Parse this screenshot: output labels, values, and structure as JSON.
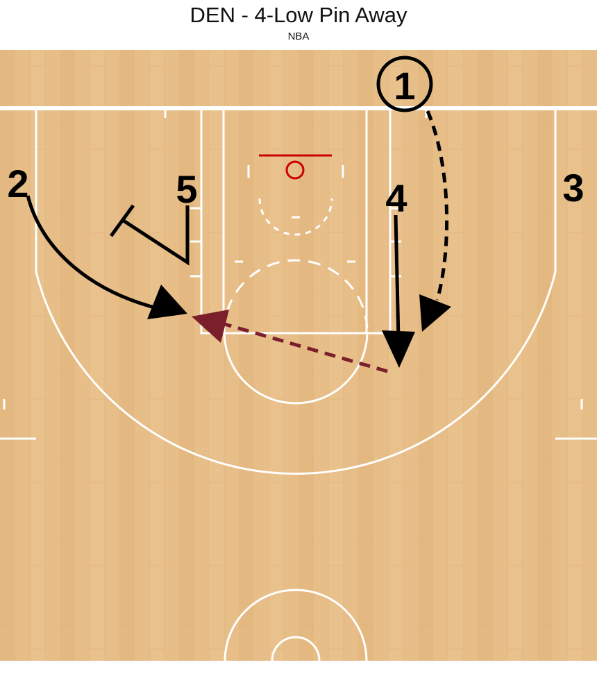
{
  "header": {
    "title": "DEN - 4-Low Pin Away",
    "subtitle": "NBA"
  },
  "colors": {
    "court_wood": "#e6bb85",
    "court_lines": "#ffffff",
    "rim": "#cc0000",
    "action_lines": "#000000",
    "pass_line": "#7a1f2b"
  },
  "players": {
    "p1": "1",
    "p2": "2",
    "p3": "3",
    "p4": "4",
    "p5": "5"
  }
}
